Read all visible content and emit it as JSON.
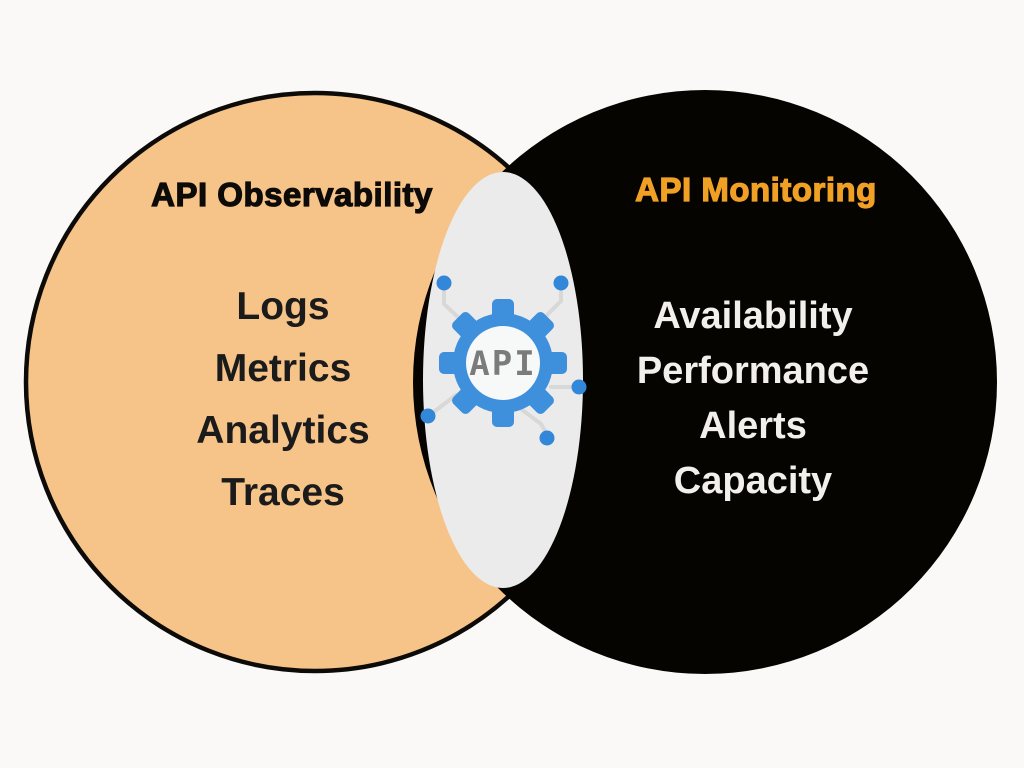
{
  "left_circle": {
    "title": "API Observability",
    "items": [
      "Logs",
      "Metrics",
      "Analytics",
      "Traces"
    ]
  },
  "right_circle": {
    "title": "API Monitoring",
    "items": [
      "Availability",
      "Performance",
      "Alerts",
      "Capacity"
    ]
  },
  "center": {
    "icon": "api-gear-icon",
    "label": "API"
  },
  "colors": {
    "background": "#FAF9F7",
    "left_circle_fill": "#F6C489",
    "left_circle_stroke": "#0D0B08",
    "right_circle_fill": "#060401",
    "overlap_fill": "#EBEBEB",
    "left_title_color": "#0D0B08",
    "right_title_color": "#F0A125",
    "left_items_color": "#1B1B1B",
    "right_items_color": "#F3EFED",
    "gear_blue": "#3E8FDC",
    "node_blue": "#3287D9",
    "circuit_line": "#D8D8D8",
    "gear_inner_fill": "#F7F8F8",
    "api_label_color": "#7B7B7B"
  }
}
